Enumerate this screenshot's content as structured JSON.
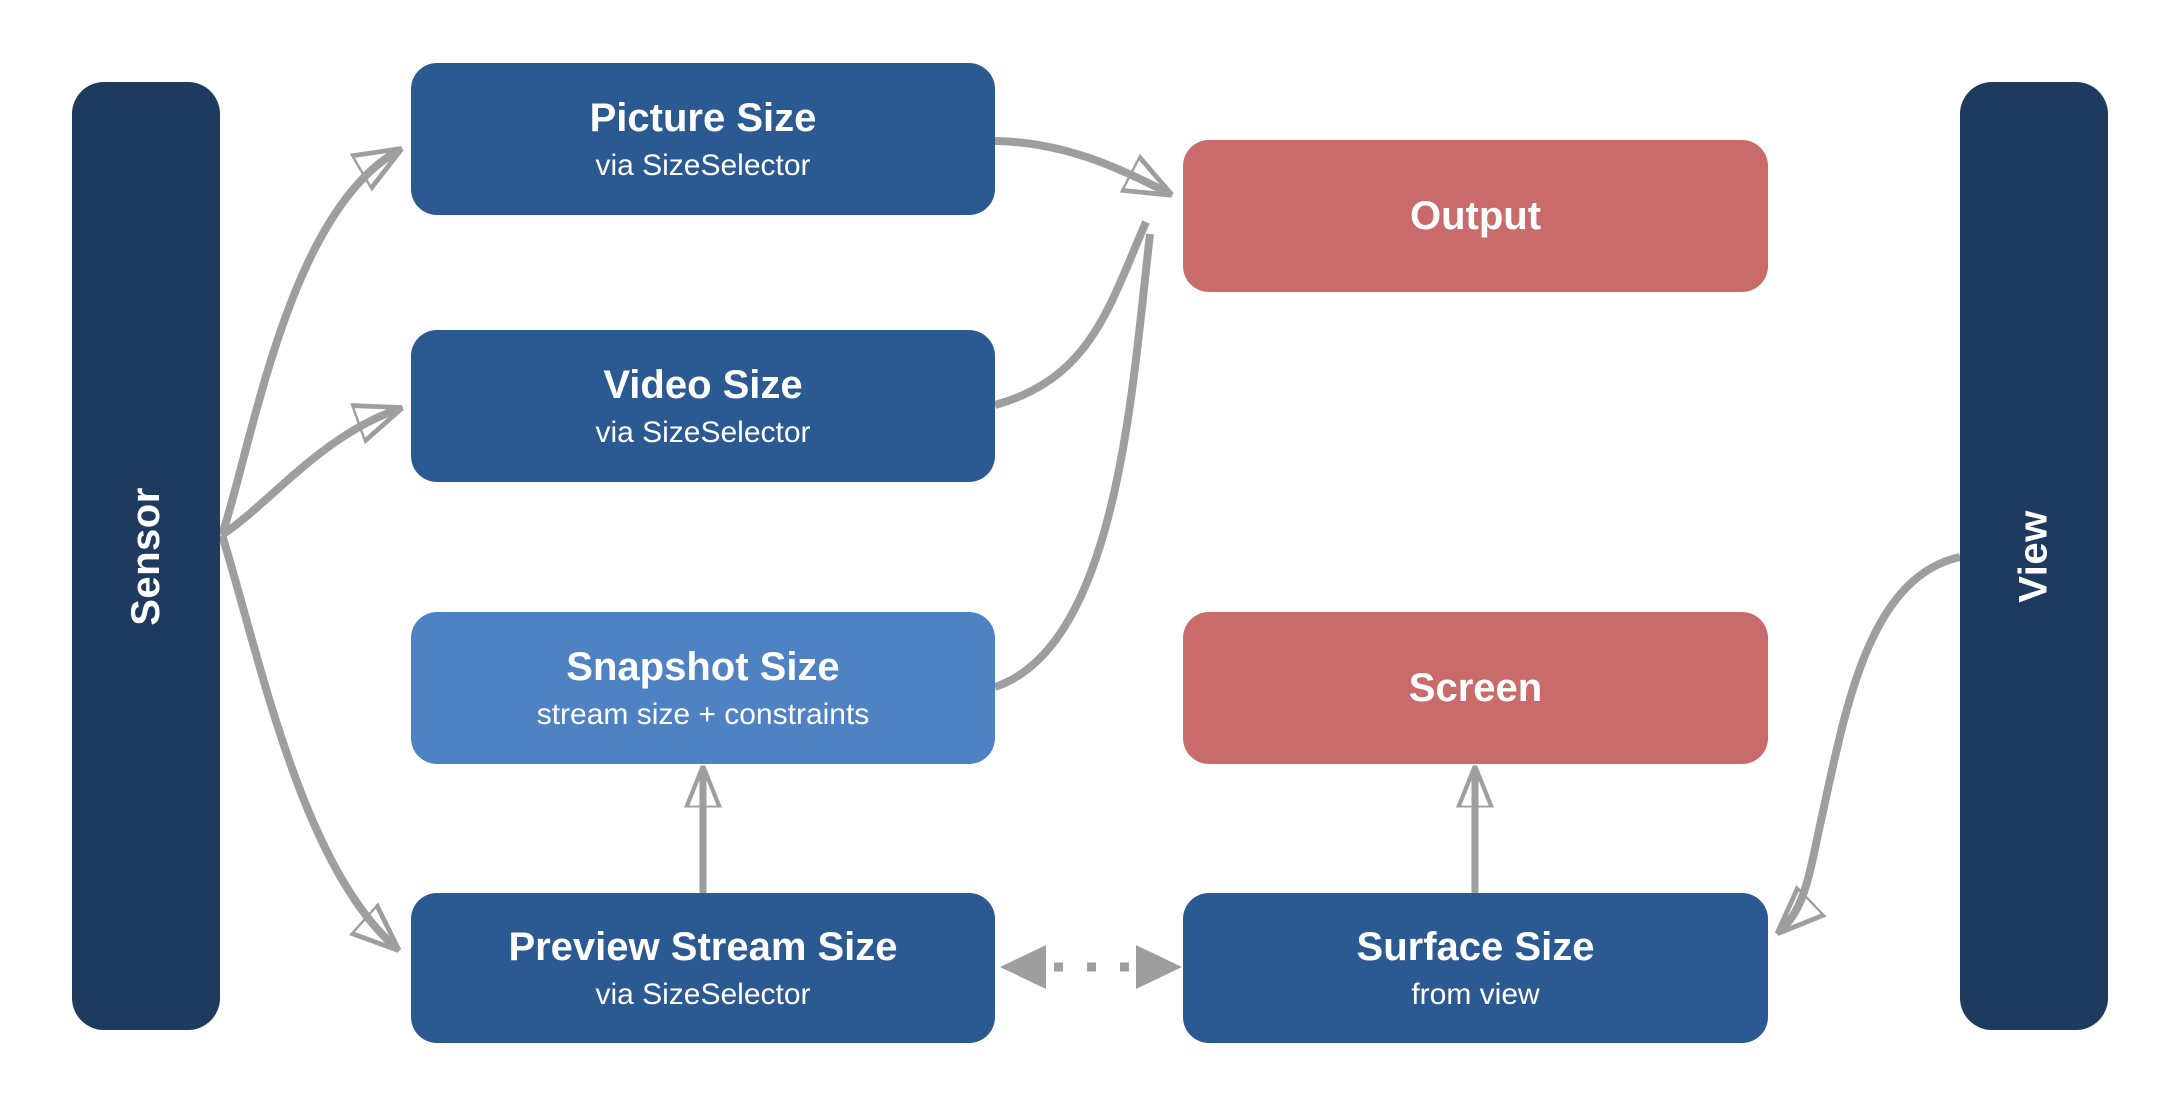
{
  "diagram": {
    "background": "#ffffff",
    "rails": {
      "sensor": {
        "label": "Sensor"
      },
      "view": {
        "label": "View"
      }
    },
    "nodes": {
      "picture": {
        "title": "Picture Size",
        "subtitle": "via SizeSelector",
        "color": "#2b5991"
      },
      "video": {
        "title": "Video Size",
        "subtitle": "via SizeSelector",
        "color": "#2b5991"
      },
      "snapshot": {
        "title": "Snapshot Size",
        "subtitle": "stream size + constraints",
        "color": "#4e82c3"
      },
      "preview": {
        "title": "Preview Stream Size",
        "subtitle": "via SizeSelector",
        "color": "#2b5991"
      },
      "output": {
        "title": "Output",
        "color": "#c96b6b"
      },
      "screen": {
        "title": "Screen",
        "color": "#c96b6b"
      },
      "surface": {
        "title": "Surface Size",
        "subtitle": "from view",
        "color": "#2b5991"
      }
    },
    "edges": [
      {
        "from": "sensor",
        "to": "picture",
        "style": "solid-curve",
        "arrow": "end"
      },
      {
        "from": "sensor",
        "to": "video",
        "style": "solid-curve",
        "arrow": "end"
      },
      {
        "from": "sensor",
        "to": "preview",
        "style": "solid-curve",
        "arrow": "end"
      },
      {
        "from": "picture",
        "to": "output",
        "style": "solid-curve",
        "arrow": "end"
      },
      {
        "from": "video",
        "to": "output",
        "style": "solid-curve",
        "arrow": "merged-into-output-arrow"
      },
      {
        "from": "snapshot",
        "to": "output",
        "style": "solid-curve",
        "arrow": "merged-into-output-arrow"
      },
      {
        "from": "preview",
        "to": "snapshot",
        "style": "solid-line",
        "arrow": "end"
      },
      {
        "from": "surface",
        "to": "screen",
        "style": "solid-line",
        "arrow": "end"
      },
      {
        "from": "preview",
        "to": "surface",
        "style": "dotted-line",
        "arrow": "both"
      },
      {
        "from": "view",
        "to": "surface",
        "style": "solid-curve",
        "arrow": "end"
      }
    ],
    "colors": {
      "rail": "#1e3a5f",
      "node_blue": "#2b5991",
      "node_light_blue": "#4e82c3",
      "node_red": "#c96b6b",
      "arrow": "#9e9e9e",
      "text": "#ffffff",
      "background": "#ffffff"
    }
  }
}
